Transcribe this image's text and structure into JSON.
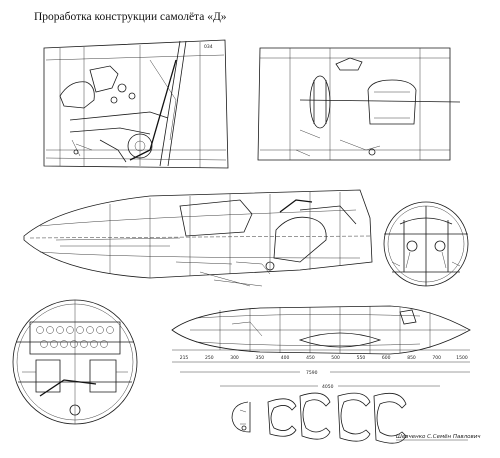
{
  "page": {
    "title": "Проработка конструкции самолёта «Д»"
  },
  "drawings": {
    "sheet_number": "034",
    "station_labels": [
      "215",
      "250",
      "300",
      "350",
      "400",
      "450",
      "500",
      "550",
      "600",
      "850",
      "700",
      "1500"
    ],
    "overall_length": "7590",
    "overall_sub": "4050",
    "signature_text": "Шевченко С.Семён Павлович"
  }
}
